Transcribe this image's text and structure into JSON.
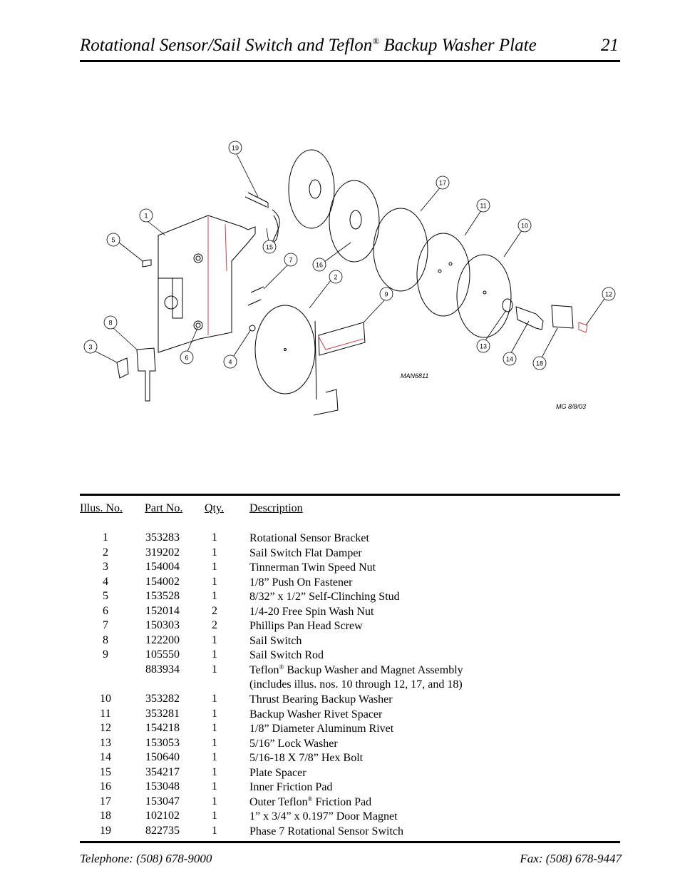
{
  "header": {
    "title_main": "Rotational Sensor/Sail Switch and Teflon",
    "title_sup": "®",
    "title_end": " Backup Washer Plate",
    "page_number": "21"
  },
  "diagram": {
    "callouts": [
      "19",
      "1",
      "5",
      "15",
      "7",
      "16",
      "2",
      "17",
      "11",
      "10",
      "12",
      "9",
      "8",
      "3",
      "6",
      "4",
      "13",
      "14",
      "18"
    ],
    "drawing_number": "MAN6811",
    "drafter_note": "MG 8/8/03"
  },
  "table": {
    "headers": {
      "illus": "Illus. No.",
      "part": "Part  No.",
      "qty": "Qty.",
      "description": "Description"
    },
    "rows": [
      {
        "illus": "1",
        "part": "353283",
        "qty": "1",
        "desc": "Rotational Sensor Bracket",
        "desc_sup": "",
        "desc_tail": ""
      },
      {
        "illus": "2",
        "part": "319202",
        "qty": "1",
        "desc": "Sail Switch Flat Damper",
        "desc_sup": "",
        "desc_tail": ""
      },
      {
        "illus": "3",
        "part": "154004",
        "qty": "1",
        "desc": "Tinnerman Twin Speed Nut",
        "desc_sup": "",
        "desc_tail": ""
      },
      {
        "illus": "4",
        "part": "154002",
        "qty": "1",
        "desc": "1/8” Push On Fastener",
        "desc_sup": "",
        "desc_tail": ""
      },
      {
        "illus": "5",
        "part": "153528",
        "qty": "1",
        "desc": "8/32” x 1/2” Self-Clinching Stud",
        "desc_sup": "",
        "desc_tail": ""
      },
      {
        "illus": "6",
        "part": "152014",
        "qty": "2",
        "desc": "1/4-20 Free Spin Wash Nut",
        "desc_sup": "",
        "desc_tail": ""
      },
      {
        "illus": "7",
        "part": "150303",
        "qty": "2",
        "desc": "Phillips Pan Head Screw",
        "desc_sup": "",
        "desc_tail": ""
      },
      {
        "illus": "8",
        "part": "122200",
        "qty": "1",
        "desc": "Sail Switch",
        "desc_sup": "",
        "desc_tail": ""
      },
      {
        "illus": "9",
        "part": "105550",
        "qty": "1",
        "desc": "Sail Switch Rod",
        "desc_sup": "",
        "desc_tail": ""
      },
      {
        "illus": "",
        "part": "883934",
        "qty": "1",
        "desc": "Teflon",
        "desc_sup": "®",
        "desc_tail": " Backup Washer and Magnet Assembly"
      },
      {
        "illus": "",
        "part": "",
        "qty": "",
        "desc": "(includes illus. nos. 10 through 12, 17, and 18)",
        "desc_sup": "",
        "desc_tail": ""
      },
      {
        "illus": "10",
        "part": "353282",
        "qty": "1",
        "desc": "Thrust Bearing Backup Washer",
        "desc_sup": "",
        "desc_tail": ""
      },
      {
        "illus": "11",
        "part": "353281",
        "qty": "1",
        "desc": "Backup Washer Rivet Spacer",
        "desc_sup": "",
        "desc_tail": ""
      },
      {
        "illus": "12",
        "part": "154218",
        "qty": "1",
        "desc": "1/8” Diameter Aluminum Rivet",
        "desc_sup": "",
        "desc_tail": ""
      },
      {
        "illus": "13",
        "part": "153053",
        "qty": "1",
        "desc": "5/16” Lock Washer",
        "desc_sup": "",
        "desc_tail": ""
      },
      {
        "illus": "14",
        "part": "150640",
        "qty": "1",
        "desc": "5/16-18 X 7/8” Hex Bolt",
        "desc_sup": "",
        "desc_tail": ""
      },
      {
        "illus": "15",
        "part": "354217",
        "qty": "1",
        "desc": "Plate Spacer",
        "desc_sup": "",
        "desc_tail": ""
      },
      {
        "illus": "16",
        "part": "153048",
        "qty": "1",
        "desc": "Inner Friction Pad",
        "desc_sup": "",
        "desc_tail": ""
      },
      {
        "illus": "17",
        "part": "153047",
        "qty": "1",
        "desc": "Outer Teflon",
        "desc_sup": "®",
        "desc_tail": " Friction Pad"
      },
      {
        "illus": "18",
        "part": "102102",
        "qty": "1",
        "desc": "1” x 3/4” x 0.197” Door Magnet",
        "desc_sup": "",
        "desc_tail": ""
      },
      {
        "illus": "19",
        "part": "822735",
        "qty": "1",
        "desc": "Phase 7 Rotational Sensor Switch",
        "desc_sup": "",
        "desc_tail": ""
      }
    ]
  },
  "footer": {
    "telephone": "Telephone: (508) 678-9000",
    "fax": "Fax: (508) 678-9447"
  }
}
